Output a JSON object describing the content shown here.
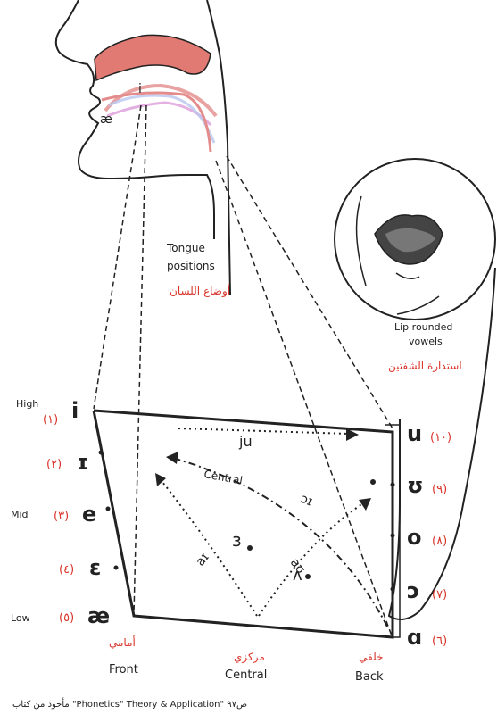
{
  "head_labels": {
    "tongue_positions": "Tongue positions",
    "tongue_positions_ar": "أوضاع اللسان",
    "lip_rounded": "Lip rounded vowels",
    "lip_rounded_ar": "استدارة الشفتين"
  },
  "height_labels": {
    "high": "High",
    "mid": "Mid",
    "low": "Low"
  },
  "front_vowels": [
    {
      "num": "(١)",
      "symbol": "i"
    },
    {
      "num": "(٢)",
      "symbol": "ɪ"
    },
    {
      "num": "(٣)",
      "symbol": "e"
    },
    {
      "num": "(٤)",
      "symbol": "ɛ"
    },
    {
      "num": "(٥)",
      "symbol": "æ"
    }
  ],
  "back_vowels": [
    {
      "num": "(١٠)",
      "symbol": "u"
    },
    {
      "num": "(٩)",
      "symbol": "ʊ"
    },
    {
      "num": "(٨)",
      "symbol": "o"
    },
    {
      "num": "(٧)",
      "symbol": "ɔ"
    },
    {
      "num": "(٦)",
      "symbol": "ɑ"
    }
  ],
  "central": {
    "ju": "ju",
    "central_label": "Central",
    "oi": "ɔɪ",
    "ai": "aɪ",
    "au": "aʊ",
    "schwa3": "ɜ",
    "wedge": "ʌ"
  },
  "bottom_labels": {
    "front": "Front",
    "front_ar": "أمامي",
    "central": "Central",
    "central_ar": "مركزي",
    "back": "Back",
    "back_ar": "خلفي"
  },
  "source_caption": "مأخوذ من كتاب \"Phonetics\" Theory & Application\" ص٩٧",
  "colors": {
    "ink": "#222222",
    "red": "#d9342b",
    "tongue_pink": "#e48b8b"
  }
}
